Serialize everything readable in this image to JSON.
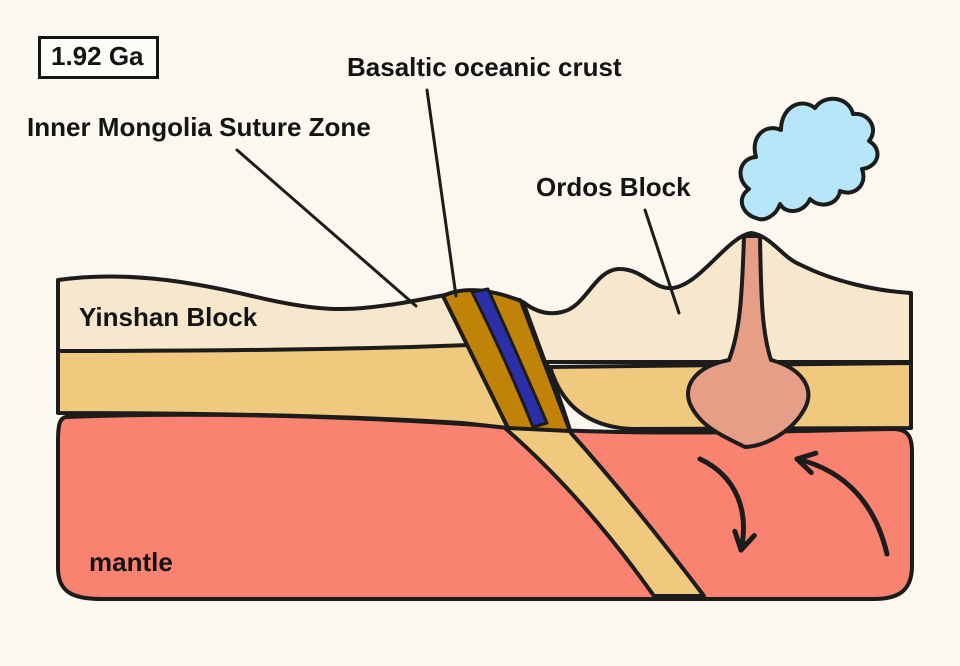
{
  "age_box": {
    "label": "1.92 Ga"
  },
  "labels": {
    "basaltic_oceanic_crust": "Basaltic oceanic crust",
    "inner_mongolia_suture_zone": "Inner Mongolia Suture Zone",
    "ordos_block": "Ordos Block",
    "yinshan_block": "Yinshan Block",
    "mantle": "mantle"
  },
  "colors": {
    "background": "#fbf8f0",
    "outline": "#1c1c1c",
    "mantle": "#f98270",
    "upper_crust": "#f7e8cd",
    "lower_crust": "#f0c87e",
    "suture_band": "#c18208",
    "oceanic_crust_stripe": "#2b2fa8",
    "magma": "#e79e87",
    "eruption_cloud": "#b5e7f8"
  }
}
